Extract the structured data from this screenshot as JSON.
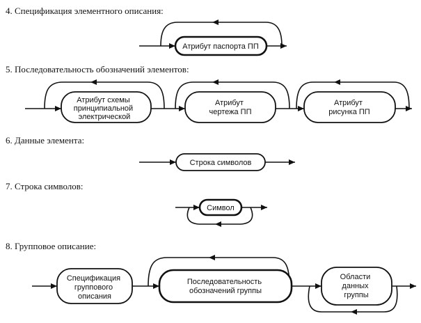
{
  "sections": [
    {
      "heading": "4. Спецификация элементного описания:",
      "boxes": [
        "Атрибут паспорта ПП"
      ]
    },
    {
      "heading": "5. Последовательность обозначений элементов:",
      "boxes": [
        "Атрибут схемы|принципиальной|электрической",
        "Атрибут|чертежа ПП",
        "Атрибут|рисунка ПП"
      ]
    },
    {
      "heading": "6. Данные элемента:",
      "boxes": [
        "Строка символов"
      ]
    },
    {
      "heading": "7. Строка символов:",
      "boxes": [
        "Символ"
      ]
    },
    {
      "heading": "8. Групповое описание:",
      "boxes": [
        "Спецификация|группового|описания",
        "Последовательность|обозначений группы",
        "Области|данных|группы"
      ]
    }
  ]
}
